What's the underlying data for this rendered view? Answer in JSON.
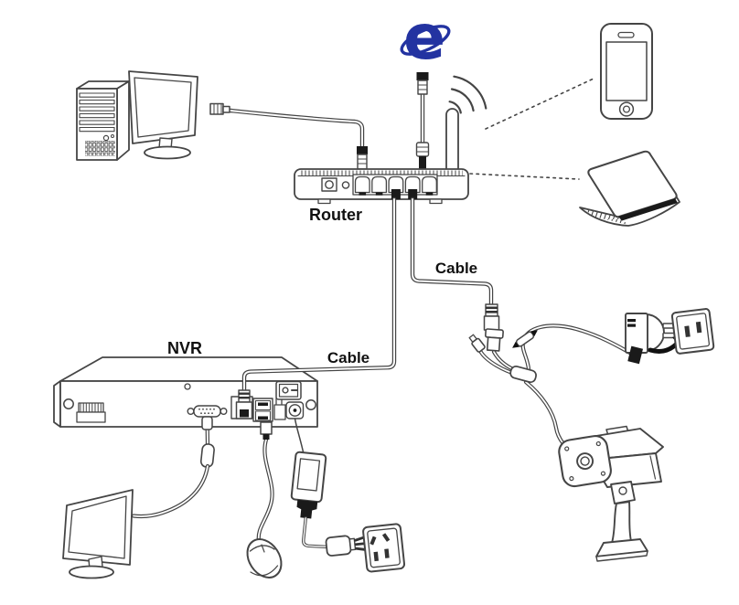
{
  "labels": {
    "router": "Router",
    "nvr": "NVR",
    "cable_camera": "Cable",
    "cable_nvr": "Cable"
  },
  "icons": {
    "ie_logo_glyph": "e",
    "wifi_signal": "three-arc-wave",
    "plug_direction_arrow": "curved-arrow"
  },
  "colors": {
    "background": "#ffffff",
    "line_art": "#454545",
    "connector_black": "#1a1a1a",
    "ie_blue": "#2333a1",
    "label_text": "#111111"
  },
  "figures": [
    "desktop-tower",
    "desktop-monitor",
    "internet-ie-logo",
    "router",
    "wifi-antenna",
    "smartphone",
    "laptop",
    "nvr",
    "nvr-monitor",
    "mouse",
    "nvr-power-adapter",
    "power-plug",
    "wall-outlet-bottom",
    "camera-pigtail",
    "camera-power-adapter",
    "wall-outlet-right",
    "bullet-camera"
  ]
}
